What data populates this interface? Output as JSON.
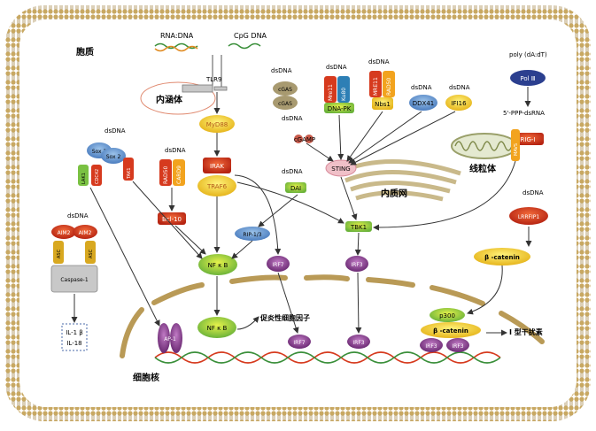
{
  "regions": {
    "cytoplasm": "胞质",
    "endosome": "内涵体",
    "er": "内质网",
    "mito": "线粒体",
    "nucleus": "细胞核"
  },
  "ligands": {
    "rna_dna": "RNA:DNA",
    "cpg": "CpG DNA",
    "dsdna": "dsDNA",
    "polyda": "poly (dA:dT)",
    "ppp_rna": "5'-PPP-dsRNA"
  },
  "molecules": {
    "tlr9": "TLR9",
    "myd88": "MyD88",
    "irak": "IRAK",
    "traf6": "TRAF6",
    "card9": "CARD9",
    "rad50_a": "RAD50",
    "bcl10": "Bcl-10",
    "cgas": "cGAS",
    "cgamp": "cGAMP",
    "mre11": "Mre11",
    "ku80": "Ku80",
    "dnapk": "DNA-PK",
    "rad50_b": "RAD50",
    "mre11_b": "MRE11",
    "nbs1": "Nbs1",
    "ddx41": "DDX41",
    "ifi16": "IFI16",
    "sting": "STING",
    "dai": "DAI",
    "rip13": "RIP-1/3",
    "tbk1": "TBK1",
    "irf7": "IRF7",
    "irf3": "IRF3",
    "nfkb": "NF κ B",
    "pol3": "Pol Ⅲ",
    "rigi": "RIG-I",
    "mavs": "MAVS",
    "lrrfip1": "LRRFIP1",
    "bcat": "β -catenin",
    "p300": "p300",
    "sox2a": "Sox 2",
    "sox2b": "Sox 2",
    "cdc42": "CDC42",
    "tak1": "TAK1",
    "lak1": "LAK1",
    "aim2a": "AIM2",
    "aim2b": "AIM2",
    "asc": "ASC",
    "caspase": "Caspase-1",
    "ap1": "AP-1",
    "il1b": "IL-1 β",
    "il18": "IL-18"
  },
  "outputs": {
    "proinflam": "促炎性细胞因子",
    "ifn": "Ⅰ 型干扰素"
  },
  "colors": {
    "membrane": "#b99a56",
    "red": "#d63a1e",
    "orange": "#f2a31e",
    "yellow": "#f2d21c",
    "green": "#7ac142",
    "purple": "#8a3d8f",
    "blue": "#3a5fb0",
    "arrow": "#333333"
  }
}
